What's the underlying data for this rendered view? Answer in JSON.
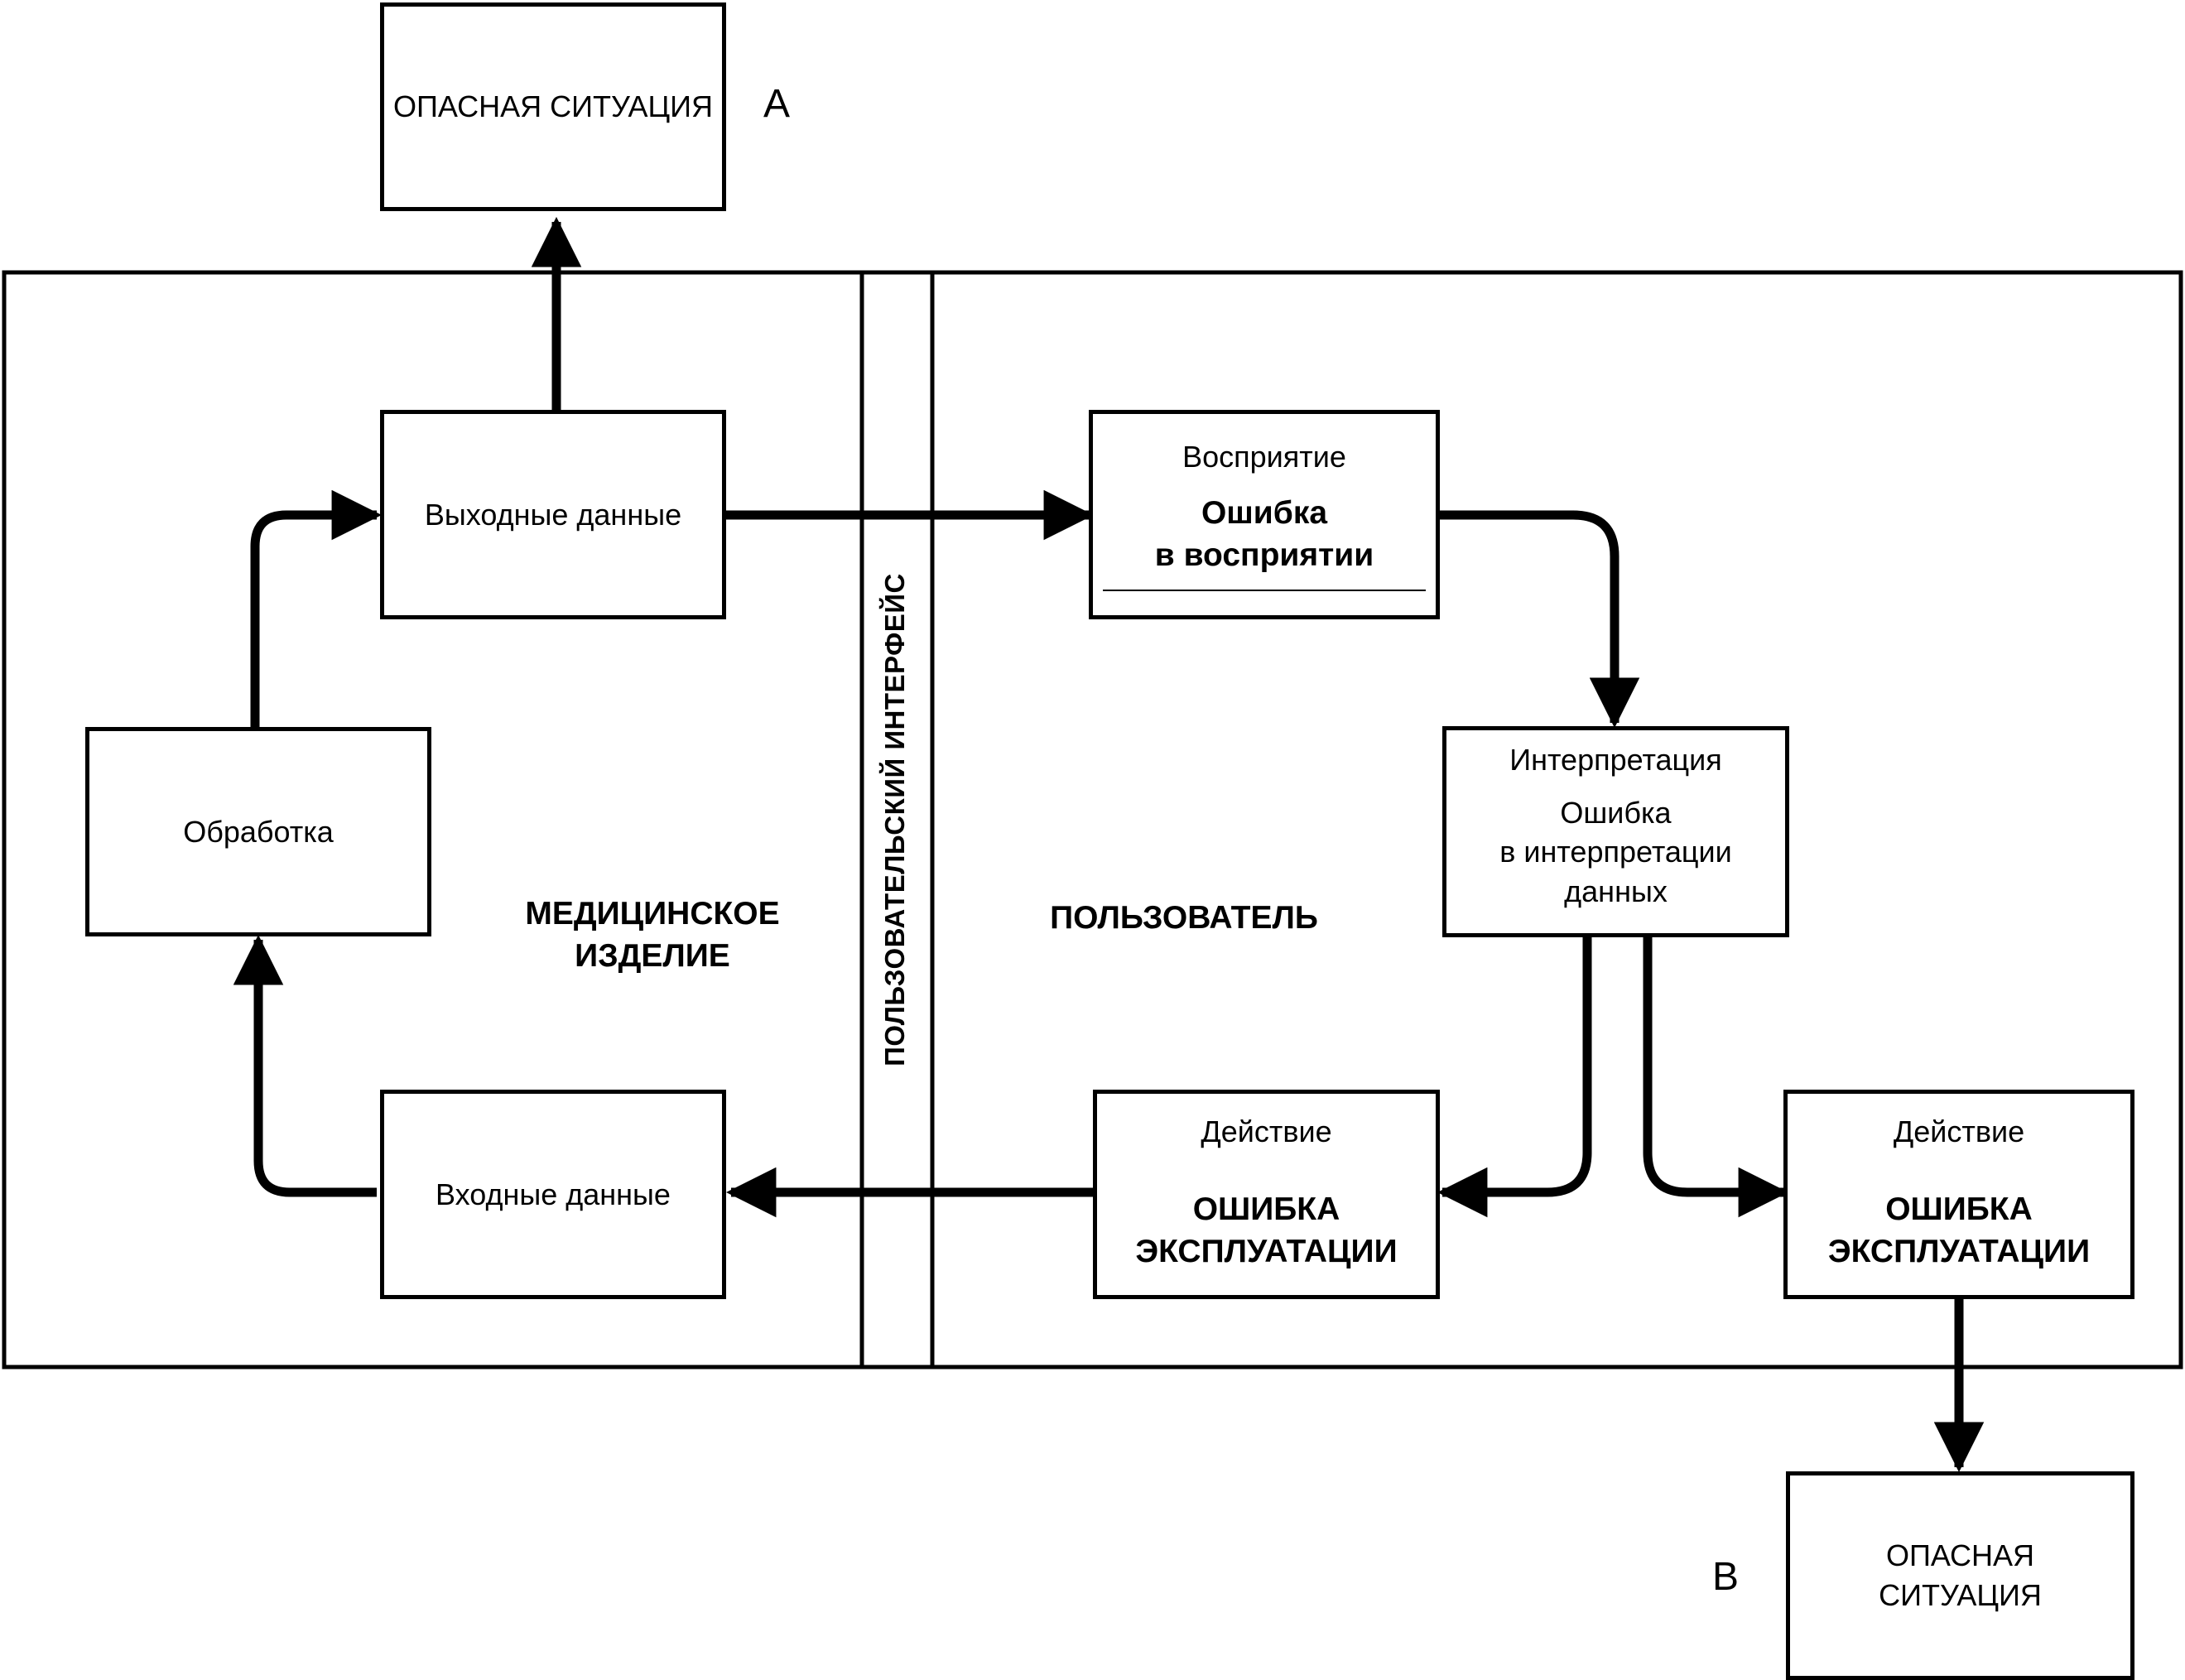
{
  "hazard_top": {
    "label": "ОПАСНАЯ СИТУАЦИЯ",
    "marker": "А"
  },
  "hazard_bottom": {
    "line1": "ОПАСНАЯ",
    "line2": "СИТУАЦИЯ",
    "marker": "В"
  },
  "device": {
    "region_line1": "МЕДИЦИНСКОЕ",
    "region_line2": "ИЗДЕЛИЕ",
    "output": "Выходные данные",
    "processing": "Обработка",
    "input": "Входные данные"
  },
  "interface": {
    "label": "ПОЛЬЗОВАТЕЛЬСКИЙ ИНТЕРФЕЙС"
  },
  "user": {
    "region_label": "ПОЛЬЗОВАТЕЛЬ",
    "perception": {
      "title": "Восприятие",
      "error_line1": "Ошибка",
      "error_line2": "в восприятии"
    },
    "interpretation": {
      "title": "Интерпретация",
      "error_line1": "Ошибка",
      "error_line2": "в интерпретации",
      "error_line3": "данных"
    },
    "action_left": {
      "title": "Действие",
      "error_line1": "ОШИБКА",
      "error_line2": "ЭКСПЛУАТАЦИИ"
    },
    "action_right": {
      "title": "Действие",
      "error_line1": "ОШИБКА",
      "error_line2": "ЭКСПЛУАТАЦИИ"
    }
  }
}
